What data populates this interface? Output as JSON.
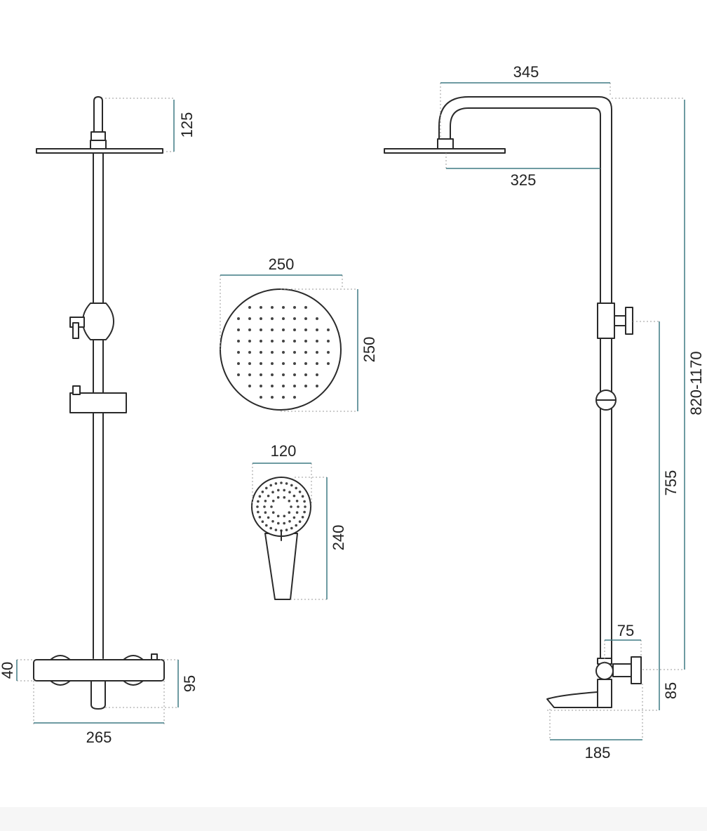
{
  "colors": {
    "line": "#2a2a2a",
    "dimension": "#3f7a84",
    "extension": "#9a9a9a",
    "text": "#222222"
  },
  "dimensions": {
    "left_head_height": "125",
    "left_mixer_depth": "40",
    "left_mixer_height": "95",
    "left_mixer_width": "265",
    "top_arm_outer": "345",
    "top_arm_inner": "325",
    "total_height": "820-1170",
    "rail_height": "755",
    "spout_height": "85",
    "spout_reach": "185",
    "valve_offset": "75",
    "head_width": "250",
    "head_height": "250",
    "hand_width": "120",
    "hand_height": "240"
  }
}
